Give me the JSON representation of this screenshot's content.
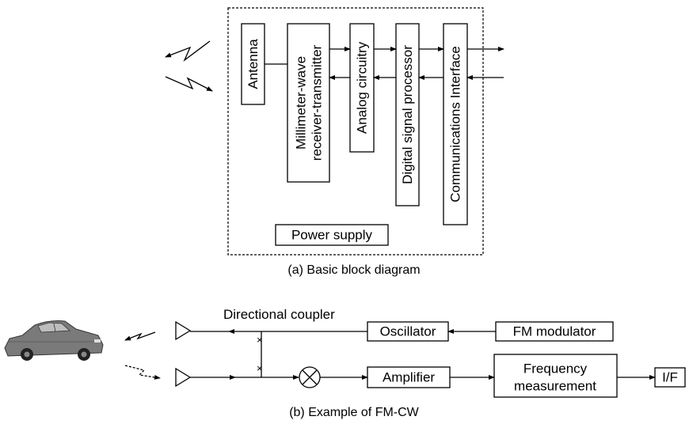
{
  "diagram_a": {
    "caption": "(a) Basic block diagram",
    "antenna": "Antenna",
    "mmwave_line1": "Millimeter-wave",
    "mmwave_line2": "receiver-transmitter",
    "analog": "Analog circuitry",
    "dsp": "Digital signal processor",
    "comm": "Communications Interface",
    "power": "Power supply"
  },
  "diagram_b": {
    "caption": "(b) Example of FM-CW",
    "coupler": "Directional coupler",
    "oscillator": "Oscillator",
    "fm_modulator": "FM modulator",
    "amplifier": "Amplifier",
    "freq_line1": "Frequency",
    "freq_line2": "measurement",
    "if": "I/F"
  }
}
